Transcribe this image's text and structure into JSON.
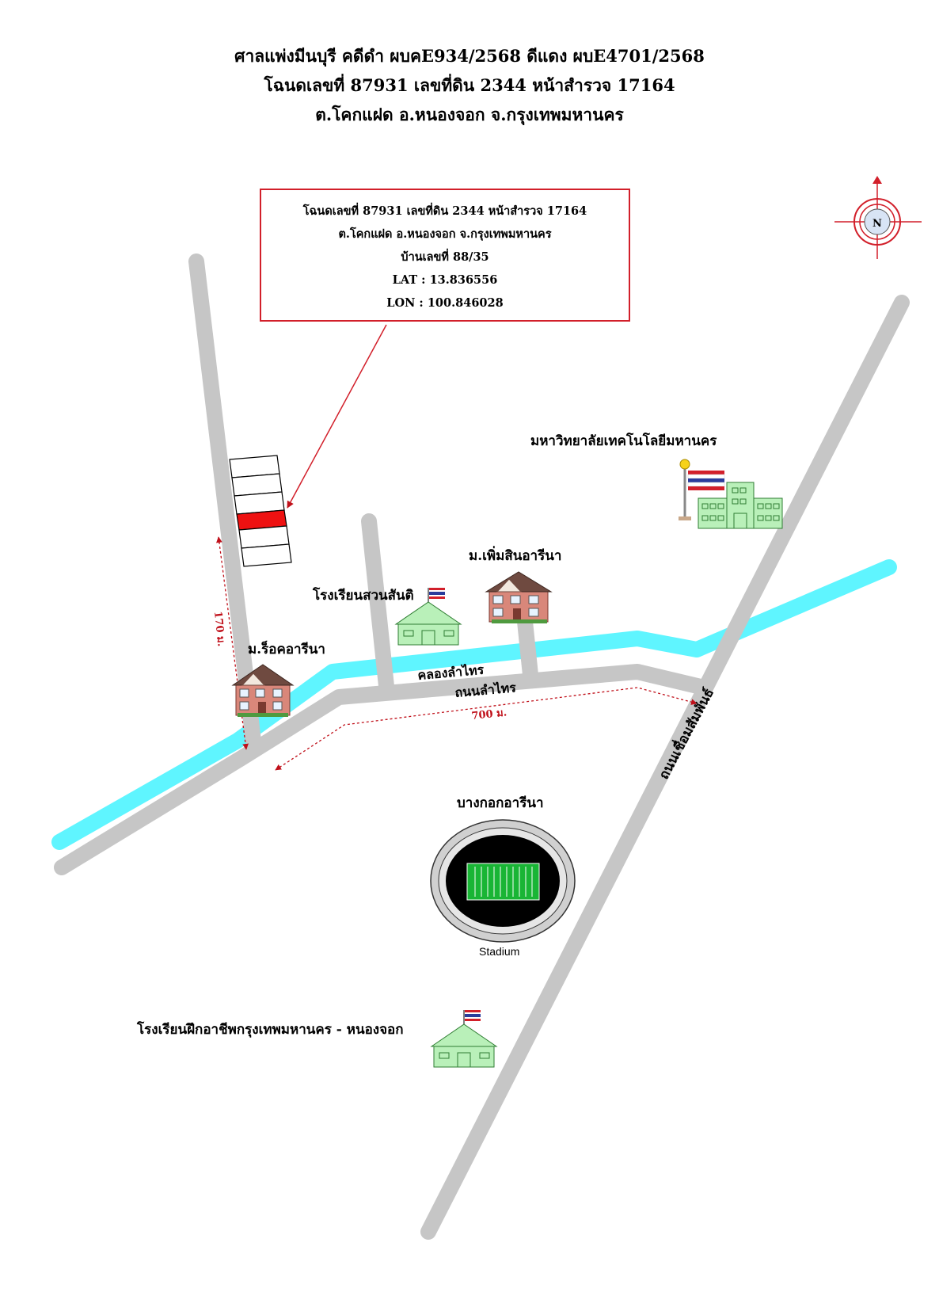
{
  "header": {
    "line1": "ศาลแพ่งมีนบุรี  คดีดำ ผบคE934/2568  ดีแดง ผบE4701/2568",
    "line2": "โฉนดเลขที่ 87931  เลขที่ดิน 2344  หน้าสำรวจ 17164",
    "line3": "ต.โคกแฝด อ.หนองจอก จ.กรุงเทพมหานคร"
  },
  "infobox": {
    "line1": "โฉนดเลขที่ 87931 เลขที่ดิน 2344 หน้าสำรวจ 17164",
    "line2": "ต.โคกแฝด อ.หนองจอก จ.กรุงเทพมหานคร",
    "line3": "บ้านเลขที่ 88/35",
    "lat": "LAT : 13.836556",
    "lon": "LON : 100.846028"
  },
  "compass": {
    "label": "N"
  },
  "landmarks": {
    "university": "มหาวิทยาลัยเทคโนโลยีมหานคร",
    "village_permsin": "ม.เพิ่มสินอารีนา",
    "school_suan": "โรงเรียนสวนสันติ",
    "village_rock": "ม.ร็อคอารีนา",
    "arena": "บางกอกอารีนา",
    "stadium": "Stadium",
    "vocational_school": "โรงเรียนฝึกอาชีพกรุงเทพมหานคร - หนองจอก"
  },
  "roads": {
    "canal": "คลองลำไทร",
    "lamsai_road": "ถนนลำไทร",
    "chueam_road": "ถนนเชื่อมสัมพันธ์"
  },
  "distances": {
    "vertical": "170 ม.",
    "horizontal": "700 ม."
  },
  "colors": {
    "road": "#c6c6c6",
    "canal": "#5ff5ff",
    "marker": "#d21f2a",
    "building": "#b9f0b9",
    "house": "#d9877a",
    "field": "#19b535"
  }
}
